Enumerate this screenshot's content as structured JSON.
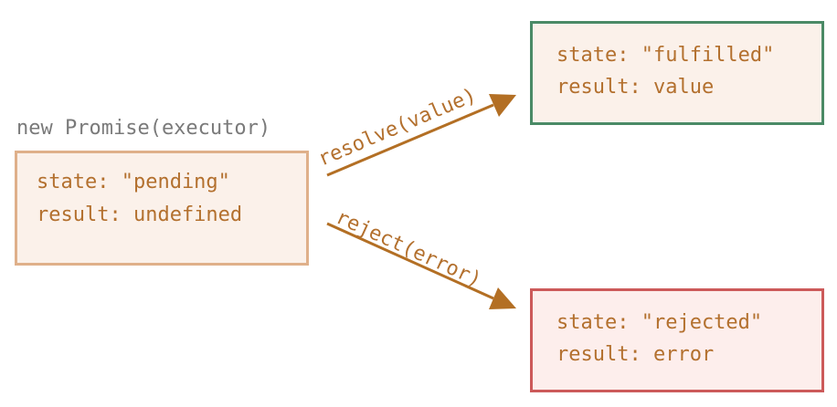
{
  "colors": {
    "accent_text": "#b3702e",
    "caption_text": "#7a7a7a",
    "arrow": "#b36f24",
    "pending_border": "#dfb08a",
    "pending_fill": "#fbf1ea",
    "fulfilled_border": "#4a8a66",
    "fulfilled_fill": "#fbf1ea",
    "rejected_border": "#cc5a5a",
    "rejected_fill": "#fdeeec"
  },
  "caption": "new Promise(executor)",
  "pending": {
    "state_line": "state: \"pending\"",
    "result_line": "result: undefined"
  },
  "fulfilled": {
    "state_line": "state: \"fulfilled\"",
    "result_line": "result: value"
  },
  "rejected": {
    "state_line": "state: \"rejected\"",
    "result_line": "result: error"
  },
  "arrows": {
    "resolve_label": "resolve(value)",
    "reject_label": "reject(error)"
  }
}
